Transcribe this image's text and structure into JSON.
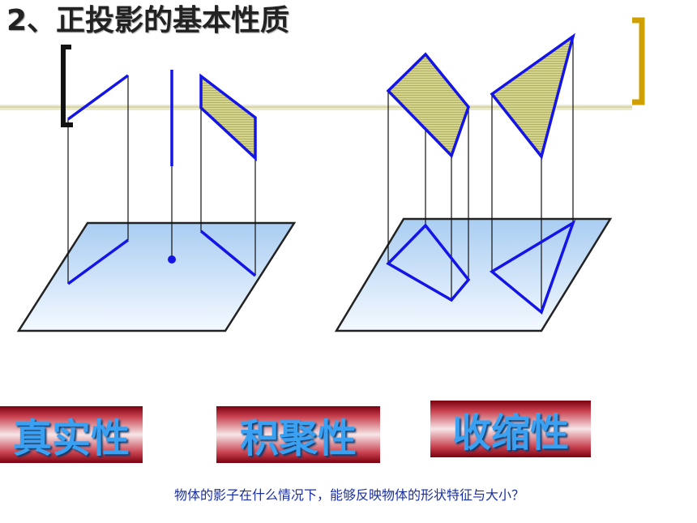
{
  "title": "2、正投影的基本性质",
  "properties": [
    {
      "label": "真实性"
    },
    {
      "label": "积聚性"
    },
    {
      "label": "收缩性"
    }
  ],
  "question": "物体的影子在什么情况下，能够反映物体的形状特征与大小？",
  "colors": {
    "edge_blue": "#1414e6",
    "plane_fill_top": "#a9cdf2",
    "shaded_face": "#c8c873",
    "bracket_gold": "#d0a000",
    "rule_line": "#e6e6c0",
    "label_text": "#3aa0f2"
  }
}
